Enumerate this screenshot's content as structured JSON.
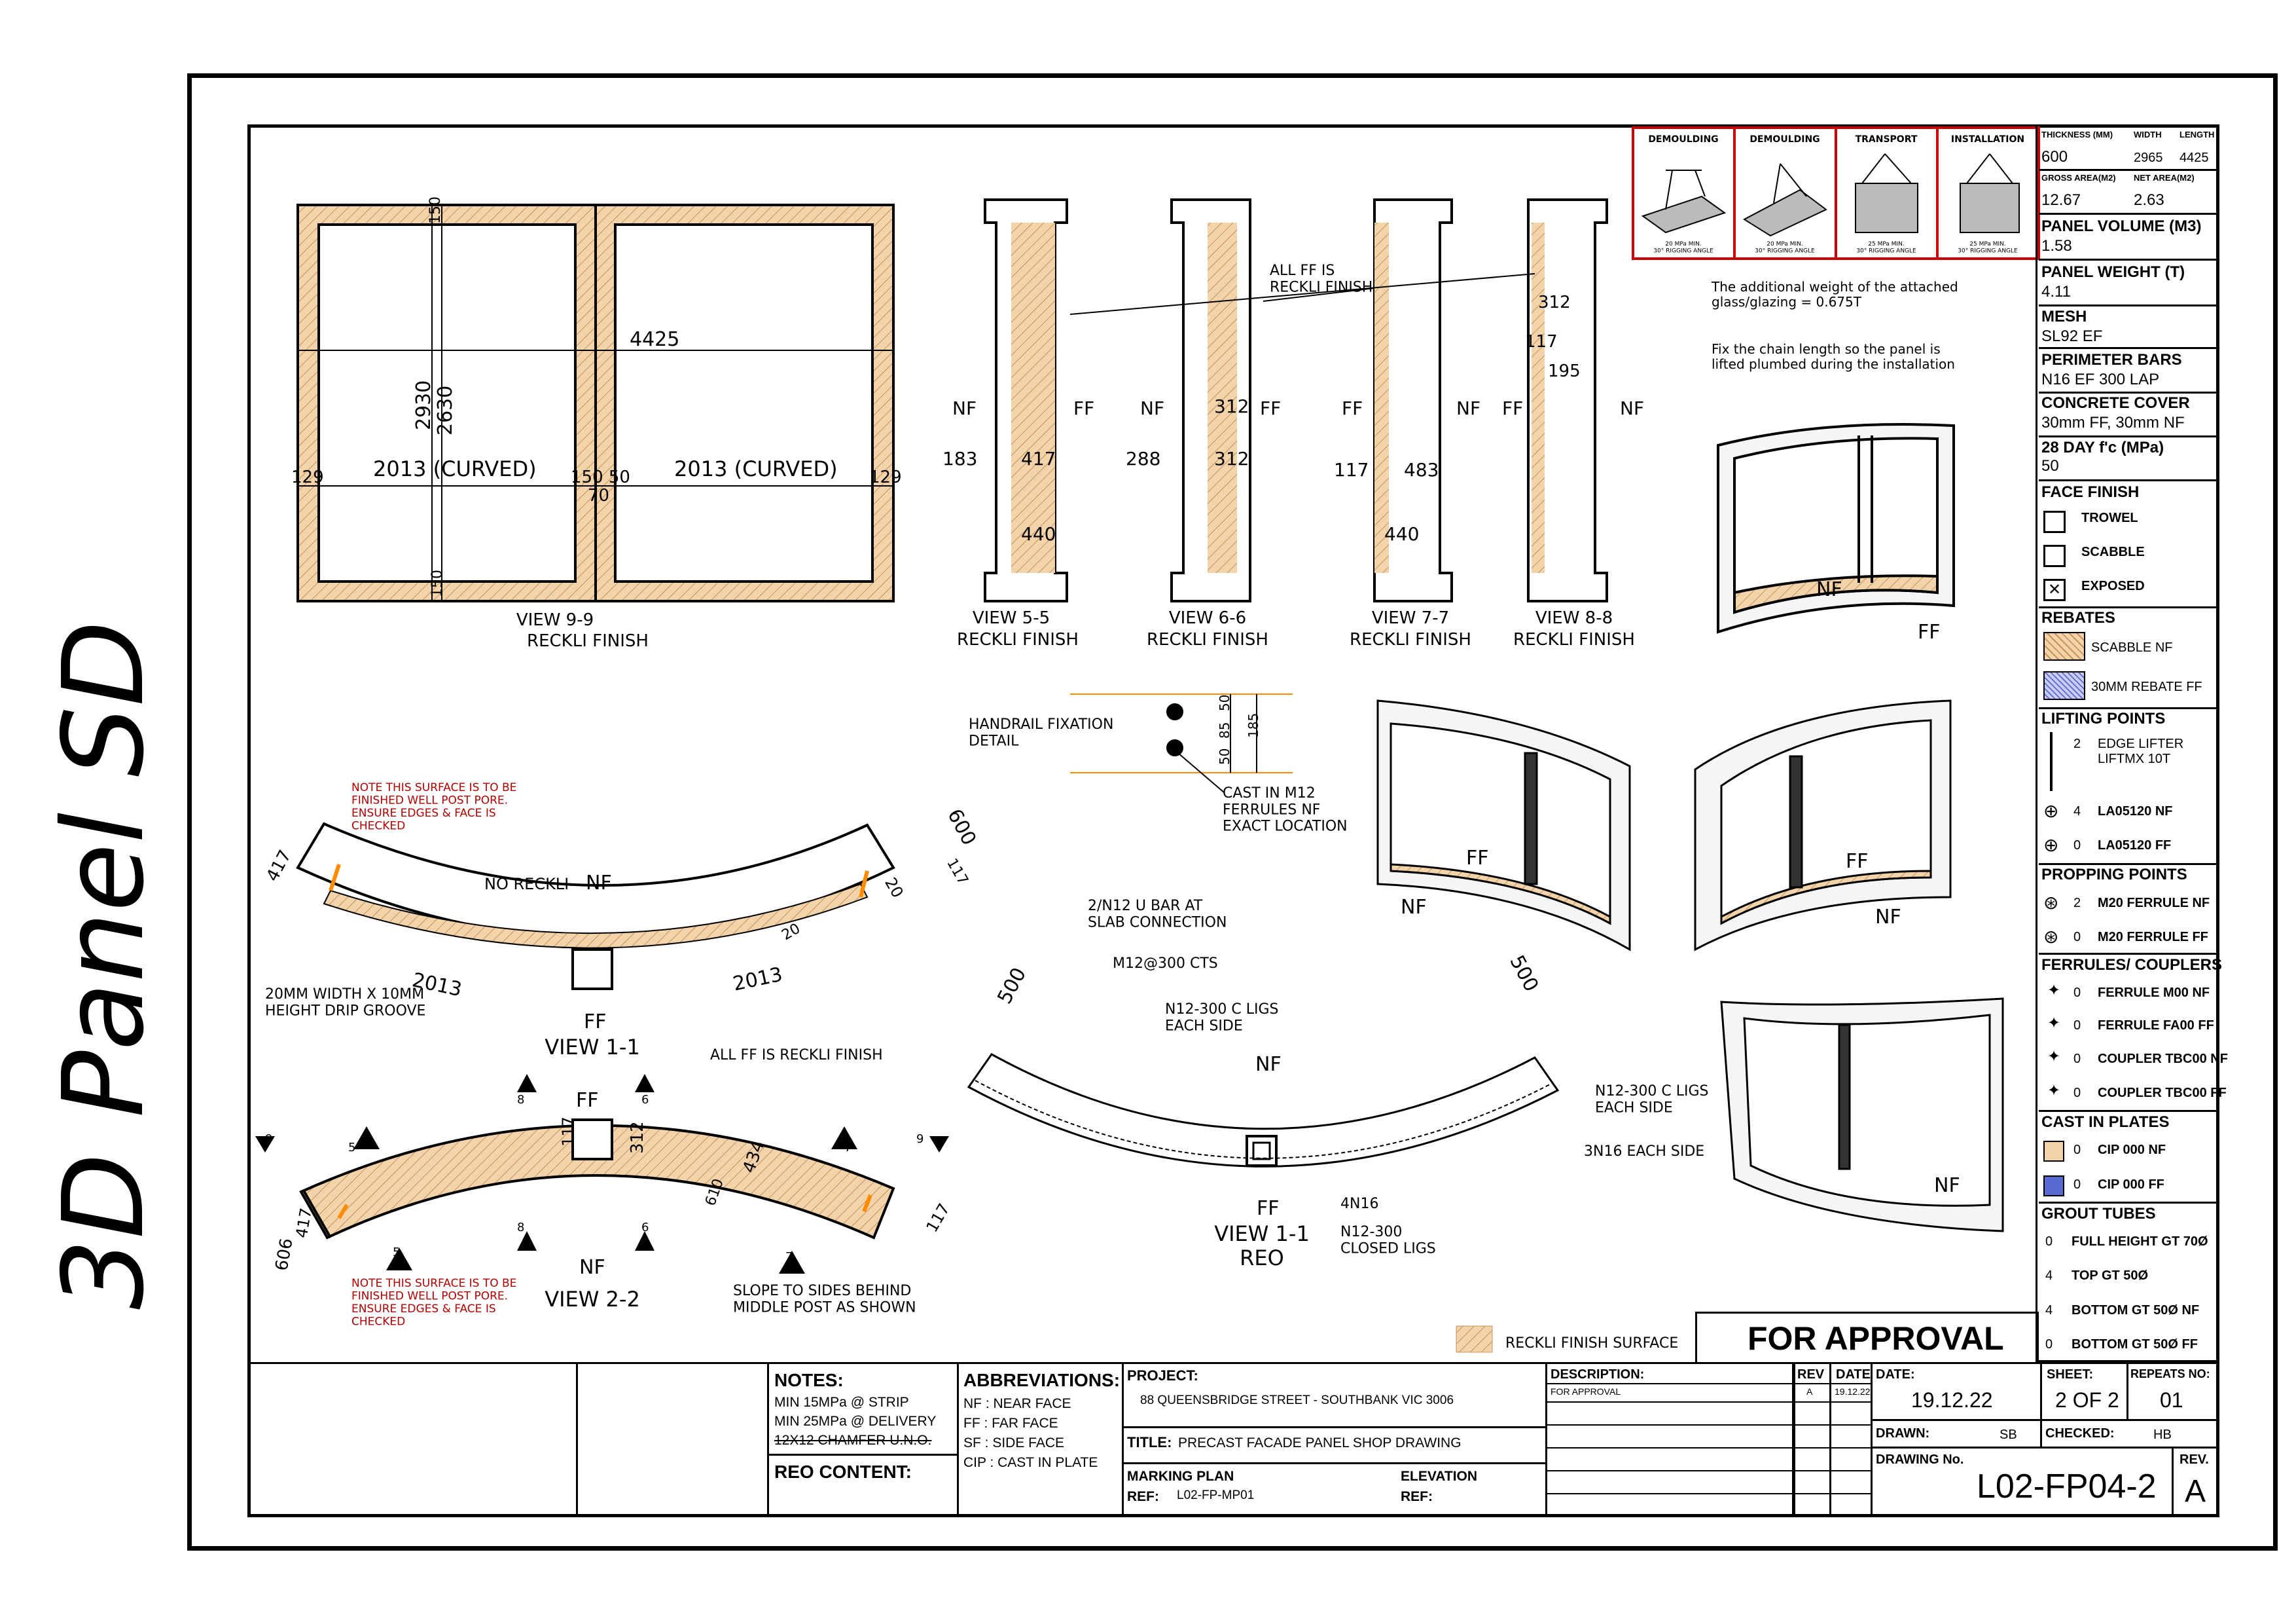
{
  "page_label": "3D Panel SD",
  "views": {
    "v99": {
      "title": "VIEW 9-9",
      "finish": "RECKLI FINISH",
      "dim_total": "4425",
      "dim_h1": "2930",
      "dim_h2": "2630",
      "dim_left": "2013 (CURVED)",
      "dim_right": "2013 (CURVED)",
      "dim_side": "129",
      "dim_side2": "129",
      "dim_mid": "150 50",
      "dim_mid2": "70",
      "dim_top": "150",
      "dim_bot": "150"
    },
    "v55": {
      "title": "VIEW 5-5",
      "finish": "RECKLI FINISH",
      "nf": "NF",
      "ff": "FF",
      "d1": "183",
      "d2": "417",
      "d3": "440"
    },
    "v66": {
      "title": "VIEW 6-6",
      "finish": "RECKLI FINISH",
      "nf": "NF",
      "ff": "FF",
      "d1": "288",
      "d2": "312",
      "d3": "312"
    },
    "v77": {
      "title": "VIEW 7-7",
      "finish": "RECKLI FINISH",
      "nf": "NF",
      "ff": "FF",
      "d1": "117",
      "d2": "483",
      "d3": "440"
    },
    "v88": {
      "title": "VIEW 8-8",
      "finish": "RECKLI FINISH",
      "nf": "NF",
      "ff": "FF",
      "d1": "312",
      "d2": "117",
      "d3": "195"
    },
    "all_ff_note": "ALL FF IS\nRECKLI FINISH",
    "v11": {
      "title": "VIEW 1-1",
      "nf": "NF",
      "ff": "FF",
      "no_reckli": "NO RECKLI",
      "d600": "600",
      "d417": "417",
      "d20": "20",
      "d117": "117",
      "d2013a": "2013",
      "d2013b": "2013",
      "d20b": "20",
      "drip": "20MM WIDTH X 10MM\nHEIGHT DRIP GROOVE",
      "all_ff": "ALL FF IS RECKLI FINISH"
    },
    "v22": {
      "title": "VIEW 2-2",
      "nf": "NF",
      "ff": "FF",
      "d417": "417",
      "d606": "606",
      "d117": "117",
      "d312": "312",
      "d434": "434",
      "d610": "610",
      "d117b": "117",
      "slope": "SLOPE TO SIDES BEHIND\nMIDDLE POST AS SHOWN",
      "m9a": "9",
      "m9b": "9",
      "m8a": "8",
      "m8b": "8",
      "m6a": "6",
      "m6b": "6",
      "m5a": "5",
      "m5b": "5",
      "m7a": "7",
      "m7b": "7"
    },
    "note_surface_1": "NOTE THIS SURFACE IS TO BE\nFINISHED WELL POST PORE.\nENSURE EDGES & FACE IS\nCHECKED",
    "note_surface_2": "NOTE THIS SURFACE IS TO BE\nFINISHED WELL POST PORE.\nENSURE EDGES & FACE IS\nCHECKED",
    "handrail": {
      "label": "HANDRAIL FIXATION\nDETAIL",
      "d50a": "50",
      "d85": "85",
      "d50b": "50",
      "d185": "185",
      "cast": "CAST IN M12\nFERRULES NF\nEXACT LOCATION"
    },
    "reo": {
      "title": "VIEW 1-1\nREO",
      "ff": "FF",
      "nf": "NF",
      "d500a": "500",
      "d500b": "500",
      "n1": "2/N12 U BAR AT\nSLAB CONNECTION",
      "n2": "M12@300 CTS",
      "n3": "N12-300 C LIGS\nEACH SIDE",
      "n4": "N12-300 C LIGS\nEACH SIDE",
      "n5": "3N16 EACH SIDE",
      "n6": "4N16",
      "n7": "N12-300\nCLOSED LIGS"
    },
    "iso": {
      "nf1": "NF",
      "ff1": "FF",
      "ff2": "FF",
      "nf2": "NF",
      "ff3": "FF",
      "nf3": "NF",
      "nf4": "NF"
    },
    "legend": "RECKLI FINISH SURFACE"
  },
  "lifting_panel": {
    "labels": [
      "DEMOULDING",
      "DEMOULDING",
      "TRANSPORT",
      "INSTALLATION"
    ],
    "captions": [
      "20 MPa MIN.\n30° RIGGING ANGLE",
      "20 MPa MIN.\n30° RIGGING ANGLE",
      "25 MPa MIN.\n30° RIGGING ANGLE",
      "25 MPa MIN.\n30° RIGGING ANGLE"
    ],
    "note1": "The additional weight of the attached\nglass/glazing = 0.675T",
    "note2": "Fix the chain length so the panel is\nlifted plumbed during the installation"
  },
  "spec": {
    "thickness_label": "THICKNESS (MM)",
    "thickness": "600",
    "width_label": "WIDTH",
    "width": "2965",
    "length_label": "LENGTH",
    "length": "4425",
    "gross_label": "GROSS AREA(M2)",
    "gross": "12.67",
    "net_label": "NET AREA(M2)",
    "net": "2.63",
    "volume_label": "PANEL VOLUME (M3)",
    "volume": "1.58",
    "weight_label": "PANEL WEIGHT (T)",
    "weight": "4.11",
    "mesh_label": "MESH",
    "mesh": "SL92 EF",
    "perimeter_label": "PERIMETER BARS",
    "perimeter": "N16 EF 300 LAP",
    "cover_label": "CONCRETE COVER",
    "cover": "30mm FF, 30mm NF",
    "fc_label": "28 DAY f'c (MPa)",
    "fc": "50",
    "face_label": "FACE FINISH",
    "face_items": [
      "TROWEL",
      "SCABBLE",
      "EXPOSED"
    ],
    "rebates_label": "REBATES",
    "rebates": [
      "SCABBLE NF",
      "30MM REBATE FF"
    ],
    "lifting_label": "LIFTING POINTS",
    "lifting": [
      {
        "n": "2",
        "l": "EDGE LIFTER\nLIFTMX 10T"
      },
      {
        "n": "4",
        "l": "LA05120 NF"
      },
      {
        "n": "0",
        "l": "LA05120 FF"
      }
    ],
    "propping_label": "PROPPING POINTS",
    "propping": [
      {
        "n": "2",
        "l": "M20 FERRULE NF"
      },
      {
        "n": "0",
        "l": "M20 FERRULE FF"
      }
    ],
    "ferrules_label": "FERRULES/ COUPLERS",
    "ferrules": [
      {
        "n": "0",
        "l": "FERRULE M00 NF"
      },
      {
        "n": "0",
        "l": "FERRULE FA00 FF"
      },
      {
        "n": "0",
        "l": "COUPLER TBC00 NF"
      },
      {
        "n": "0",
        "l": "COUPLER TBC00 FF"
      }
    ],
    "cast_label": "CAST IN PLATES",
    "cast": [
      {
        "n": "0",
        "l": "CIP 000 NF"
      },
      {
        "n": "0",
        "l": "CIP 000 FF"
      }
    ],
    "grout_label": "GROUT TUBES",
    "grout": [
      {
        "n": "0",
        "l": "FULL HEIGHT GT 70Ø"
      },
      {
        "n": "4",
        "l": "TOP GT 50Ø"
      },
      {
        "n": "4",
        "l": "BOTTOM GT 50Ø NF"
      },
      {
        "n": "0",
        "l": "BOTTOM GT 50Ø FF"
      }
    ]
  },
  "title_block": {
    "approval": "FOR APPROVAL",
    "notes_label": "NOTES:",
    "notes": [
      "MIN 15MPa @ STRIP",
      "MIN 25MPa @ DELIVERY",
      "12X12 CHAMFER U.N.O."
    ],
    "reo_content": "REO CONTENT:",
    "abbr_label": "ABBREVIATIONS:",
    "abbr": [
      "NF : NEAR FACE",
      "FF : FAR FACE",
      "SF : SIDE FACE",
      "CIP : CAST IN PLATE"
    ],
    "project_label": "PROJECT:",
    "project": "88 QUEENSBRIDGE STREET - SOUTHBANK VIC 3006",
    "title_label": "TITLE:",
    "title": "PRECAST FACADE PANEL SHOP DRAWING",
    "marking_label": "MARKING PLAN",
    "ref_label": "REF:",
    "marking_ref": "L02-FP-MP01",
    "elevation_label": "ELEVATION",
    "elev_ref_label": "REF:",
    "desc_label": "DESCRIPTION:",
    "desc": "FOR APPROVAL",
    "rev_label": "REV",
    "rev": "A",
    "date_col_label": "DATE",
    "rev_date": "19.12.22",
    "date_label": "DATE:",
    "date": "19.12.22",
    "sheet_label": "SHEET:",
    "sheet": "2 OF 2",
    "repeats_label": "REPEATS NO:",
    "repeats": "01",
    "drawn_label": "DRAWN:",
    "drawn": "SB",
    "checked_label": "CHECKED:",
    "checked": "HB",
    "drawing_label": "DRAWING No.",
    "drawing": "L02-FP04-2",
    "rev2_label": "REV.",
    "rev2": "A"
  },
  "colors": {
    "hatch": "#f0c89a",
    "hatch_line": "#c48b50",
    "accent": "#ff8c00",
    "lift_border": "#cc0000",
    "cip_ff": "#5a6ad0",
    "note_red": "#b00000"
  }
}
